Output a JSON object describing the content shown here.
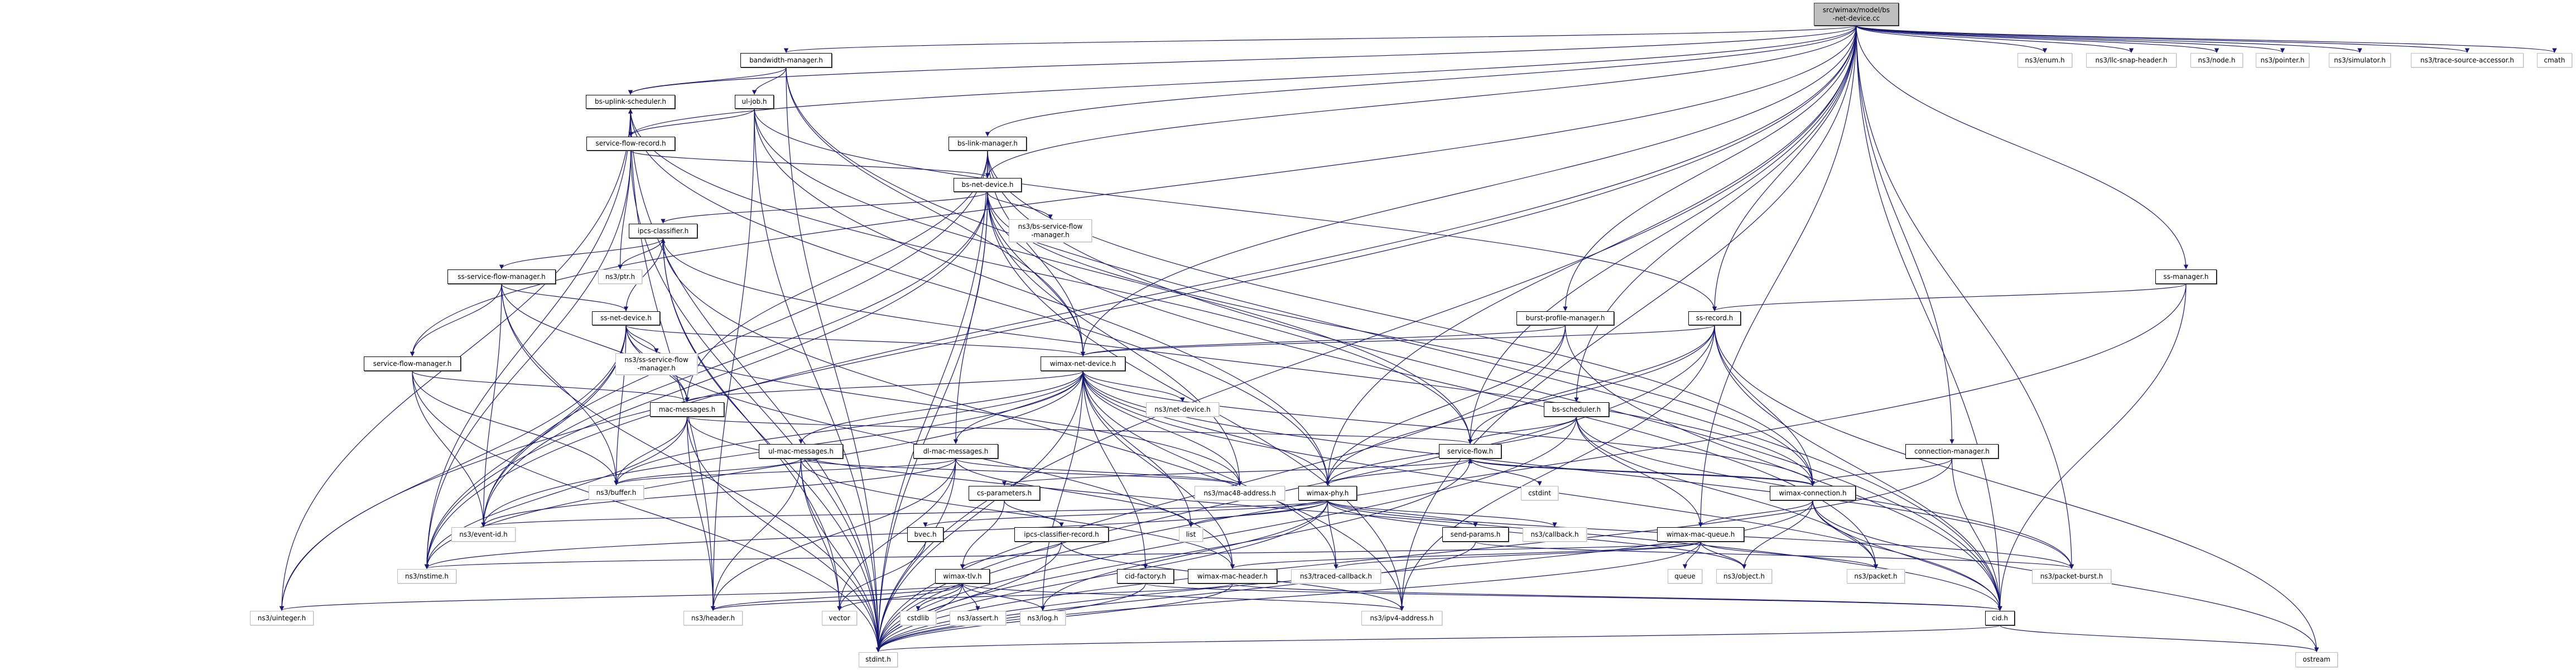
{
  "graph": {
    "edge_color": "#191970",
    "root_fill": "#bfbfbf",
    "nodes": {
      "root": {
        "lines": [
          "src/wimax/model/bs",
          "-net-device.cc"
        ],
        "kind": "root"
      },
      "bwm": {
        "lines": [
          "bandwidth-manager.h"
        ],
        "kind": "file"
      },
      "bus": {
        "lines": [
          "bs-uplink-scheduler.h"
        ],
        "kind": "file"
      },
      "ulj": {
        "lines": [
          "ul-job.h"
        ],
        "kind": "file"
      },
      "sfr": {
        "lines": [
          "service-flow-record.h"
        ],
        "kind": "file"
      },
      "blm": {
        "lines": [
          "bs-link-manager.h"
        ],
        "kind": "file"
      },
      "bnd": {
        "lines": [
          "bs-net-device.h"
        ],
        "kind": "file"
      },
      "bsfm": {
        "lines": [
          "ns3/bs-service-flow",
          "-manager.h"
        ],
        "kind": "external"
      },
      "ipcs": {
        "lines": [
          "ipcs-classifier.h"
        ],
        "kind": "file"
      },
      "ptr": {
        "lines": [
          "ns3/ptr.h"
        ],
        "kind": "external"
      },
      "ssfm": {
        "lines": [
          "ss-service-flow-manager.h"
        ],
        "kind": "file"
      },
      "ssnd": {
        "lines": [
          "ss-net-device.h"
        ],
        "kind": "file"
      },
      "sfm": {
        "lines": [
          "service-flow-manager.h"
        ],
        "kind": "file"
      },
      "nssfm": {
        "lines": [
          "ns3/ss-service-flow",
          "-manager.h"
        ],
        "kind": "external"
      },
      "macm": {
        "lines": [
          "mac-messages.h"
        ],
        "kind": "file"
      },
      "buf": {
        "lines": [
          "ns3/buffer.h"
        ],
        "kind": "external"
      },
      "evid": {
        "lines": [
          "ns3/event-id.h"
        ],
        "kind": "external"
      },
      "nst": {
        "lines": [
          "ns3/nstime.h"
        ],
        "kind": "external"
      },
      "uint": {
        "lines": [
          "ns3/uinteger.h"
        ],
        "kind": "external"
      },
      "hdr": {
        "lines": [
          "ns3/header.h"
        ],
        "kind": "external"
      },
      "wnd": {
        "lines": [
          "wimax-net-device.h"
        ],
        "kind": "file"
      },
      "nsnd": {
        "lines": [
          "ns3/net-device.h"
        ],
        "kind": "external"
      },
      "ulm": {
        "lines": [
          "ul-mac-messages.h"
        ],
        "kind": "file"
      },
      "dlm": {
        "lines": [
          "dl-mac-messages.h"
        ],
        "kind": "file"
      },
      "csp": {
        "lines": [
          "cs-parameters.h"
        ],
        "kind": "file"
      },
      "mac48": {
        "lines": [
          "ns3/mac48-address.h"
        ],
        "kind": "external"
      },
      "phy": {
        "lines": [
          "wimax-phy.h"
        ],
        "kind": "file"
      },
      "bvec": {
        "lines": [
          "bvec.h"
        ],
        "kind": "file"
      },
      "icr": {
        "lines": [
          "ipcs-classifier-record.h"
        ],
        "kind": "file"
      },
      "list": {
        "lines": [
          "list"
        ],
        "kind": "external"
      },
      "tlv": {
        "lines": [
          "wimax-tlv.h"
        ],
        "kind": "file"
      },
      "cidf": {
        "lines": [
          "cid-factory.h"
        ],
        "kind": "file"
      },
      "wmh": {
        "lines": [
          "wimax-mac-header.h"
        ],
        "kind": "file"
      },
      "tcb": {
        "lines": [
          "ns3/traced-callback.h"
        ],
        "kind": "external"
      },
      "vec": {
        "lines": [
          "vector"
        ],
        "kind": "external"
      },
      "cstdlib": {
        "lines": [
          "cstdlib"
        ],
        "kind": "external"
      },
      "assert": {
        "lines": [
          "ns3/assert.h"
        ],
        "kind": "external"
      },
      "log": {
        "lines": [
          "ns3/log.h"
        ],
        "kind": "external"
      },
      "ipv4": {
        "lines": [
          "ns3/ipv4-address.h"
        ],
        "kind": "external"
      },
      "stdint": {
        "lines": [
          "stdint.h"
        ],
        "kind": "external"
      },
      "bpm": {
        "lines": [
          "burst-profile-manager.h"
        ],
        "kind": "file"
      },
      "ssr": {
        "lines": [
          "ss-record.h"
        ],
        "kind": "file"
      },
      "ssm": {
        "lines": [
          "ss-manager.h"
        ],
        "kind": "file"
      },
      "bss": {
        "lines": [
          "bs-scheduler.h"
        ],
        "kind": "file"
      },
      "sf": {
        "lines": [
          "service-flow.h"
        ],
        "kind": "file"
      },
      "cm": {
        "lines": [
          "connection-manager.h"
        ],
        "kind": "file"
      },
      "cstdint": {
        "lines": [
          "cstdint"
        ],
        "kind": "external"
      },
      "wc": {
        "lines": [
          "wimax-connection.h"
        ],
        "kind": "file"
      },
      "sp": {
        "lines": [
          "send-params.h"
        ],
        "kind": "file"
      },
      "cb": {
        "lines": [
          "ns3/callback.h"
        ],
        "kind": "external"
      },
      "wmq": {
        "lines": [
          "wimax-mac-queue.h"
        ],
        "kind": "file"
      },
      "queue": {
        "lines": [
          "queue"
        ],
        "kind": "external"
      },
      "obj": {
        "lines": [
          "ns3/object.h"
        ],
        "kind": "external"
      },
      "pkt": {
        "lines": [
          "ns3/packet.h"
        ],
        "kind": "external"
      },
      "pb": {
        "lines": [
          "ns3/packet-burst.h"
        ],
        "kind": "external"
      },
      "cid": {
        "lines": [
          "cid.h"
        ],
        "kind": "file"
      },
      "ostream": {
        "lines": [
          "ostream"
        ],
        "kind": "external"
      },
      "enum": {
        "lines": [
          "ns3/enum.h"
        ],
        "kind": "external"
      },
      "llc": {
        "lines": [
          "ns3/llc-snap-header.h"
        ],
        "kind": "external"
      },
      "node": {
        "lines": [
          "ns3/node.h"
        ],
        "kind": "external"
      },
      "pointer": {
        "lines": [
          "ns3/pointer.h"
        ],
        "kind": "external"
      },
      "sim": {
        "lines": [
          "ns3/simulator.h"
        ],
        "kind": "external"
      },
      "tsa": {
        "lines": [
          "ns3/trace-source-accessor.h"
        ],
        "kind": "external"
      },
      "cmath": {
        "lines": [
          "cmath"
        ],
        "kind": "external"
      }
    },
    "edges": [
      [
        "root",
        "bwm"
      ],
      [
        "root",
        "bus"
      ],
      [
        "root",
        "sfr"
      ],
      [
        "root",
        "blm"
      ],
      [
        "root",
        "bnd"
      ],
      [
        "root",
        "ssr"
      ],
      [
        "root",
        "bpm"
      ],
      [
        "root",
        "ssm"
      ],
      [
        "root",
        "wnd"
      ],
      [
        "root",
        "phy"
      ],
      [
        "root",
        "sfm"
      ],
      [
        "root",
        "sf"
      ],
      [
        "root",
        "bss"
      ],
      [
        "root",
        "cm"
      ],
      [
        "root",
        "wmq"
      ],
      [
        "root",
        "cid"
      ],
      [
        "root",
        "pb"
      ],
      [
        "root",
        "uint"
      ],
      [
        "root",
        "nst"
      ],
      [
        "root",
        "ipv4"
      ],
      [
        "root",
        "stdint"
      ],
      [
        "root",
        "enum"
      ],
      [
        "root",
        "llc"
      ],
      [
        "root",
        "node"
      ],
      [
        "root",
        "pointer"
      ],
      [
        "root",
        "sim"
      ],
      [
        "root",
        "tsa"
      ],
      [
        "root",
        "cmath"
      ],
      [
        "bwm",
        "ulj"
      ],
      [
        "bwm",
        "bus"
      ],
      [
        "bwm",
        "wnd"
      ],
      [
        "bwm",
        "stdint"
      ],
      [
        "bwm",
        "cid"
      ],
      [
        "bus",
        "sfr"
      ],
      [
        "bus",
        "phy"
      ],
      [
        "bus",
        "sf"
      ],
      [
        "bus",
        "nst"
      ],
      [
        "bus",
        "stdint"
      ],
      [
        "bus",
        "uint"
      ],
      [
        "bus",
        "hdr"
      ],
      [
        "sfr",
        "bus"
      ],
      [
        "sfr",
        "ptr"
      ],
      [
        "sfr",
        "bnd"
      ],
      [
        "sfr",
        "stdint"
      ],
      [
        "sfr",
        "nst"
      ],
      [
        "ulj",
        "sf"
      ],
      [
        "ulj",
        "sfr"
      ],
      [
        "ulj",
        "ssr"
      ],
      [
        "ulj",
        "phy"
      ],
      [
        "ulj",
        "hdr"
      ],
      [
        "ulj",
        "stdint"
      ],
      [
        "blm",
        "bnd"
      ],
      [
        "blm",
        "macm"
      ],
      [
        "blm",
        "wnd"
      ],
      [
        "blm",
        "evid"
      ],
      [
        "blm",
        "stdint"
      ],
      [
        "blm",
        "cid"
      ],
      [
        "blm",
        "wc"
      ],
      [
        "bnd",
        "bsfm"
      ],
      [
        "bnd",
        "ipcs"
      ],
      [
        "bnd",
        "wnd"
      ],
      [
        "bnd",
        "dlm"
      ],
      [
        "bnd",
        "mac48"
      ],
      [
        "bnd",
        "wc"
      ],
      [
        "bnd",
        "evid"
      ],
      [
        "bnd",
        "nst"
      ],
      [
        "bnd",
        "ipv4"
      ],
      [
        "bnd",
        "stdint"
      ],
      [
        "bnd",
        "pkt"
      ],
      [
        "ipcs",
        "ssfm"
      ],
      [
        "ipcs",
        "ptr"
      ],
      [
        "ipcs",
        "vec"
      ],
      [
        "ipcs",
        "ipv4"
      ],
      [
        "ipcs",
        "wc"
      ],
      [
        "ipcs",
        "stdint"
      ],
      [
        "ssfm",
        "ssnd"
      ],
      [
        "ssfm",
        "sfm"
      ],
      [
        "ssfm",
        "macm"
      ],
      [
        "ssfm",
        "buf"
      ],
      [
        "ssfm",
        "evid"
      ],
      [
        "ssfm",
        "stdint"
      ],
      [
        "ssnd",
        "ipcs"
      ],
      [
        "ssnd",
        "nssfm"
      ],
      [
        "ssnd",
        "macm"
      ],
      [
        "ssnd",
        "wnd"
      ],
      [
        "ssnd",
        "evid"
      ],
      [
        "ssnd",
        "nst"
      ],
      [
        "ssnd",
        "uint"
      ],
      [
        "ssnd",
        "buf"
      ],
      [
        "ssnd",
        "wmh"
      ],
      [
        "ssnd",
        "mac48"
      ],
      [
        "sfm",
        "macm"
      ],
      [
        "sfm",
        "evid"
      ],
      [
        "sfm",
        "buf"
      ],
      [
        "sfm",
        "stdint"
      ],
      [
        "macm",
        "buf"
      ],
      [
        "macm",
        "sf"
      ],
      [
        "macm",
        "hdr"
      ],
      [
        "macm",
        "stdint"
      ],
      [
        "macm",
        "nst"
      ],
      [
        "macm",
        "cid"
      ],
      [
        "wnd",
        "macm"
      ],
      [
        "wnd",
        "ulm"
      ],
      [
        "wnd",
        "dlm"
      ],
      [
        "wnd",
        "nsnd"
      ],
      [
        "wnd",
        "mac48"
      ],
      [
        "wnd",
        "phy"
      ],
      [
        "wnd",
        "evid"
      ],
      [
        "wnd",
        "nst"
      ],
      [
        "wnd",
        "cidf"
      ],
      [
        "wnd",
        "wmh"
      ],
      [
        "wnd",
        "wc"
      ],
      [
        "wnd",
        "tcb"
      ],
      [
        "wnd",
        "log"
      ],
      [
        "wnd",
        "list"
      ],
      [
        "wnd",
        "stdint"
      ],
      [
        "wnd",
        "buf"
      ],
      [
        "wnd",
        "cid"
      ],
      [
        "wnd",
        "pb"
      ],
      [
        "ulm",
        "buf"
      ],
      [
        "ulm",
        "vec"
      ],
      [
        "ulm",
        "stdint"
      ],
      [
        "ulm",
        "hdr"
      ],
      [
        "ulm",
        "mac48"
      ],
      [
        "ulm",
        "wmh"
      ],
      [
        "dlm",
        "buf"
      ],
      [
        "dlm",
        "vec"
      ],
      [
        "dlm",
        "stdint"
      ],
      [
        "dlm",
        "hdr"
      ],
      [
        "dlm",
        "mac48"
      ],
      [
        "dlm",
        "list"
      ],
      [
        "dlm",
        "evid"
      ],
      [
        "sf",
        "csp"
      ],
      [
        "sf",
        "phy"
      ],
      [
        "sf",
        "cstdint"
      ],
      [
        "sf",
        "wc"
      ],
      [
        "sf",
        "stdint"
      ],
      [
        "wc",
        "sf"
      ],
      [
        "wc",
        "wmq"
      ],
      [
        "wc",
        "obj"
      ],
      [
        "wc",
        "cid"
      ],
      [
        "wc",
        "ostream"
      ],
      [
        "wc",
        "pkt"
      ],
      [
        "wc",
        "stdint"
      ],
      [
        "cm",
        "wc"
      ],
      [
        "cm",
        "cid"
      ],
      [
        "cm",
        "stdint"
      ],
      [
        "csp",
        "tlv"
      ],
      [
        "csp",
        "icr"
      ],
      [
        "icr",
        "tlv"
      ],
      [
        "icr",
        "ipv4"
      ],
      [
        "icr",
        "stdint"
      ],
      [
        "tlv",
        "hdr"
      ],
      [
        "tlv",
        "vec"
      ],
      [
        "tlv",
        "cstdlib"
      ],
      [
        "tlv",
        "assert"
      ],
      [
        "tlv",
        "log"
      ],
      [
        "tlv",
        "ipv4"
      ],
      [
        "tlv",
        "stdint"
      ],
      [
        "tlv",
        "uint"
      ],
      [
        "bvec",
        "vec"
      ],
      [
        "cidf",
        "cid"
      ],
      [
        "cidf",
        "stdint"
      ],
      [
        "wmh",
        "hdr"
      ],
      [
        "wmh",
        "stdint"
      ],
      [
        "wmh",
        "cid"
      ],
      [
        "phy",
        "bvec"
      ],
      [
        "phy",
        "list"
      ],
      [
        "phy",
        "nst"
      ],
      [
        "phy",
        "cb"
      ],
      [
        "phy",
        "sp"
      ],
      [
        "phy",
        "tcb"
      ],
      [
        "phy",
        "evid"
      ],
      [
        "phy",
        "log"
      ],
      [
        "phy",
        "pb"
      ],
      [
        "phy",
        "stdint"
      ],
      [
        "phy",
        "obj"
      ],
      [
        "sp",
        "pb"
      ],
      [
        "sp",
        "stdint"
      ],
      [
        "wmq",
        "queue"
      ],
      [
        "wmq",
        "obj"
      ],
      [
        "wmq",
        "pkt"
      ],
      [
        "wmq",
        "wmh"
      ],
      [
        "wmq",
        "tcb"
      ],
      [
        "wmq",
        "stdint"
      ],
      [
        "wmq",
        "nst"
      ],
      [
        "bss",
        "sf"
      ],
      [
        "bss",
        "phy"
      ],
      [
        "bss",
        "wmq"
      ],
      [
        "bss",
        "pb"
      ],
      [
        "bss",
        "pkt"
      ],
      [
        "bss",
        "stdint"
      ],
      [
        "ssr",
        "wnd"
      ],
      [
        "ssr",
        "sf"
      ],
      [
        "ssr",
        "wc"
      ],
      [
        "ssr",
        "phy"
      ],
      [
        "ssr",
        "ipv4"
      ],
      [
        "ssr",
        "ostream"
      ],
      [
        "ssr",
        "cid"
      ],
      [
        "ssr",
        "stdint"
      ],
      [
        "bpm",
        "wnd"
      ],
      [
        "bpm",
        "phy"
      ],
      [
        "bpm",
        "stdint"
      ],
      [
        "bpm",
        "cid"
      ],
      [
        "ssm",
        "ssr"
      ],
      [
        "ssm",
        "cid"
      ],
      [
        "ssm",
        "stdint"
      ],
      [
        "cid",
        "stdint"
      ],
      [
        "cid",
        "ostream"
      ]
    ]
  }
}
